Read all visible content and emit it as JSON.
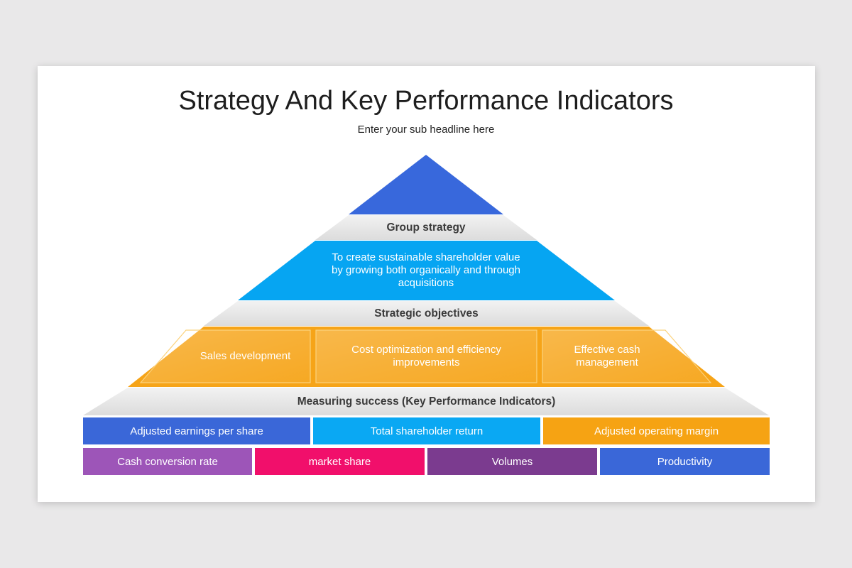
{
  "header": {
    "title": "Strategy And Key Performance Indicators",
    "subtitle": "Enter your sub headline here"
  },
  "pyramid": {
    "band1": "Group strategy",
    "level2_text": "To create sustainable shareholder value by growing both organically and through acquisitions",
    "band2": "Strategic objectives",
    "objectives": [
      "Sales development",
      "Cost optimization and efficiency improvements",
      "Effective cash management"
    ],
    "band3": "Measuring success (Key Performance Indicators)"
  },
  "kpis": {
    "row1": [
      "Adjusted earnings per share",
      "Total shareholder return",
      "Adjusted operating margin"
    ],
    "row2": [
      "Cash conversion rate",
      "market share",
      "Volumes",
      "Productivity"
    ]
  },
  "colors": {
    "apex": "#3868dc",
    "level2": "#06a5f2",
    "level3": "#f6a418",
    "band": "#e4e4e4",
    "kpi_row1": [
      "#3a67d8",
      "#0aa8f3",
      "#f6a313"
    ],
    "kpi_row2": [
      "#9d55b8",
      "#f10f6b",
      "#7b3b8f",
      "#3a67d8"
    ]
  }
}
